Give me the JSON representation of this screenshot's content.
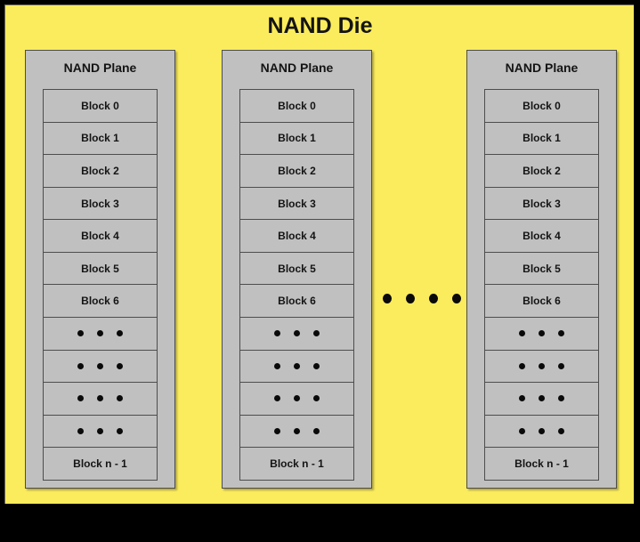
{
  "diagram": {
    "type": "nand-die-block-diagram",
    "title": "NAND Die",
    "background_color": "#000000",
    "die_color": "#FBEC5D",
    "plane_color": "#C0C0C0",
    "border_color": "#4d4d4d",
    "text_color": "#141414",
    "planes": [
      {
        "title": "NAND Plane",
        "blocks": [
          {
            "kind": "label",
            "label": "Block 0"
          },
          {
            "kind": "label",
            "label": "Block 1"
          },
          {
            "kind": "label",
            "label": "Block 2"
          },
          {
            "kind": "label",
            "label": "Block 3"
          },
          {
            "kind": "label",
            "label": "Block 4"
          },
          {
            "kind": "label",
            "label": "Block 5"
          },
          {
            "kind": "label",
            "label": "Block 6"
          },
          {
            "kind": "ellipsis",
            "label": ""
          },
          {
            "kind": "ellipsis",
            "label": ""
          },
          {
            "kind": "ellipsis",
            "label": ""
          },
          {
            "kind": "ellipsis",
            "label": ""
          },
          {
            "kind": "label",
            "label": "Block n - 1"
          }
        ]
      },
      {
        "title": "NAND Plane",
        "blocks": [
          {
            "kind": "label",
            "label": "Block 0"
          },
          {
            "kind": "label",
            "label": "Block 1"
          },
          {
            "kind": "label",
            "label": "Block 2"
          },
          {
            "kind": "label",
            "label": "Block 3"
          },
          {
            "kind": "label",
            "label": "Block 4"
          },
          {
            "kind": "label",
            "label": "Block 5"
          },
          {
            "kind": "label",
            "label": "Block 6"
          },
          {
            "kind": "ellipsis",
            "label": ""
          },
          {
            "kind": "ellipsis",
            "label": ""
          },
          {
            "kind": "ellipsis",
            "label": ""
          },
          {
            "kind": "ellipsis",
            "label": ""
          },
          {
            "kind": "label",
            "label": "Block n - 1"
          }
        ]
      },
      {
        "title": "NAND Plane",
        "blocks": [
          {
            "kind": "label",
            "label": "Block 0"
          },
          {
            "kind": "label",
            "label": "Block 1"
          },
          {
            "kind": "label",
            "label": "Block 2"
          },
          {
            "kind": "label",
            "label": "Block 3"
          },
          {
            "kind": "label",
            "label": "Block 4"
          },
          {
            "kind": "label",
            "label": "Block 5"
          },
          {
            "kind": "label",
            "label": "Block 6"
          },
          {
            "kind": "ellipsis",
            "label": ""
          },
          {
            "kind": "ellipsis",
            "label": ""
          },
          {
            "kind": "ellipsis",
            "label": ""
          },
          {
            "kind": "ellipsis",
            "label": ""
          },
          {
            "kind": "label",
            "label": "Block n - 1"
          }
        ]
      }
    ],
    "plane_ellipsis_dot_count": 4,
    "block_ellipsis_dot_count": 3
  }
}
